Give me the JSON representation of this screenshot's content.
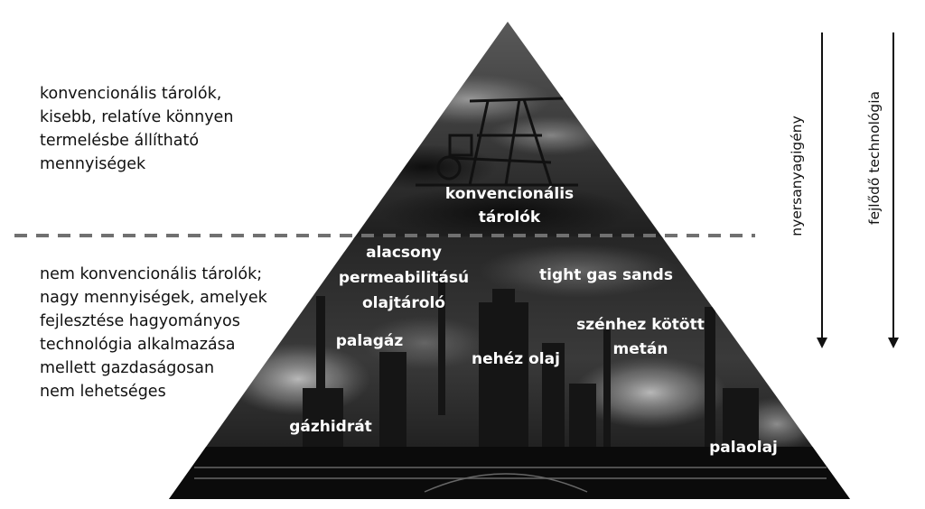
{
  "top_description": [
    "konvencionális tárolók,",
    "kisebb, relatíve könnyen",
    "termelésbe állítható",
    "mennyiségek"
  ],
  "bottom_description": [
    "nem konvencionális tárolók;",
    "nagy mennyiségek, amelyek",
    "fejlesztése hagyományos",
    "technológia alkalmazása",
    "mellett gazdaságosan",
    "nem lehetséges"
  ],
  "pyramid": {
    "conventional": [
      "konvencionális",
      "tárolók"
    ],
    "low_perm_oil": [
      "alacsony",
      "permeabilitású",
      "olajtároló"
    ],
    "tight_gas": "tight gas sands",
    "shale_gas": "palagáz",
    "coalbed_methane": [
      "szénhez kötött",
      "metán"
    ],
    "heavy_oil": "nehéz olaj",
    "gas_hydrate": "gázhidrát",
    "shale_oil": "palaolaj"
  },
  "arrows": {
    "left_label": "nyersanyagigény",
    "right_label": "fejlődő technológia"
  }
}
